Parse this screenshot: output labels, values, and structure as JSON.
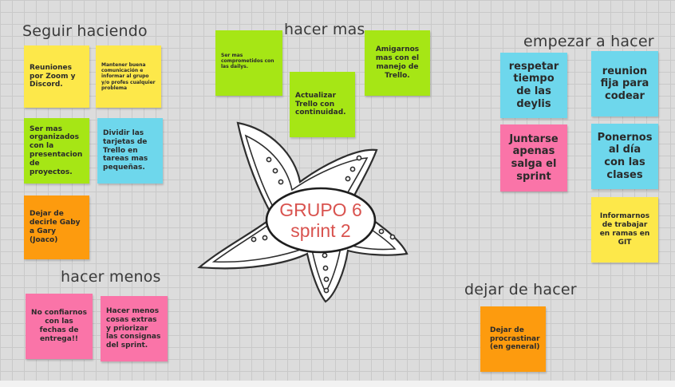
{
  "colors": {
    "yellow": "#fde84a",
    "green": "#a6e615",
    "cyan": "#6ed7ec",
    "orange": "#fd9b0e",
    "pink": "#fa74a8",
    "title_red": "#d9534f"
  },
  "headings": {
    "seguir": "Seguir haciendo",
    "hacer_mas": "hacer mas",
    "empezar": "empezar a hacer",
    "hacer_menos": "hacer menos",
    "dejar": "dejar de hacer"
  },
  "center": {
    "line1": "GRUPO 6",
    "line2": "sprint 2"
  },
  "seguir_notes": [
    "Reuniones por Zoom y Discord.",
    "Mantener buena comunicación e informar al grupo y/o profes cualquier problema",
    "Ser mas organizados con la presentacion de proyectos.",
    "Dividir las tarjetas de Trello en tareas mas pequeñas.",
    "Dejar de decirle Gaby a Gary (Joaco)"
  ],
  "hacer_mas_notes": [
    "Ser mas comprometidos con las dailys.",
    "Actualizar Trello con continuidad.",
    "Amigarnos mas con el manejo de Trello."
  ],
  "empezar_notes": [
    "respetar tiempo de las deylis",
    "reunion fija para codear",
    "Juntarse apenas salga el sprint",
    "Ponernos al día con las clases",
    "Informarnos de trabajar en ramas en GIT"
  ],
  "hacer_menos_notes": [
    "No confiarnos con las fechas de entrega!!",
    "Hacer menos cosas extras y priorizar las consignas del sprint."
  ],
  "dejar_notes": [
    "Dejar de procrastinar (en general)"
  ]
}
